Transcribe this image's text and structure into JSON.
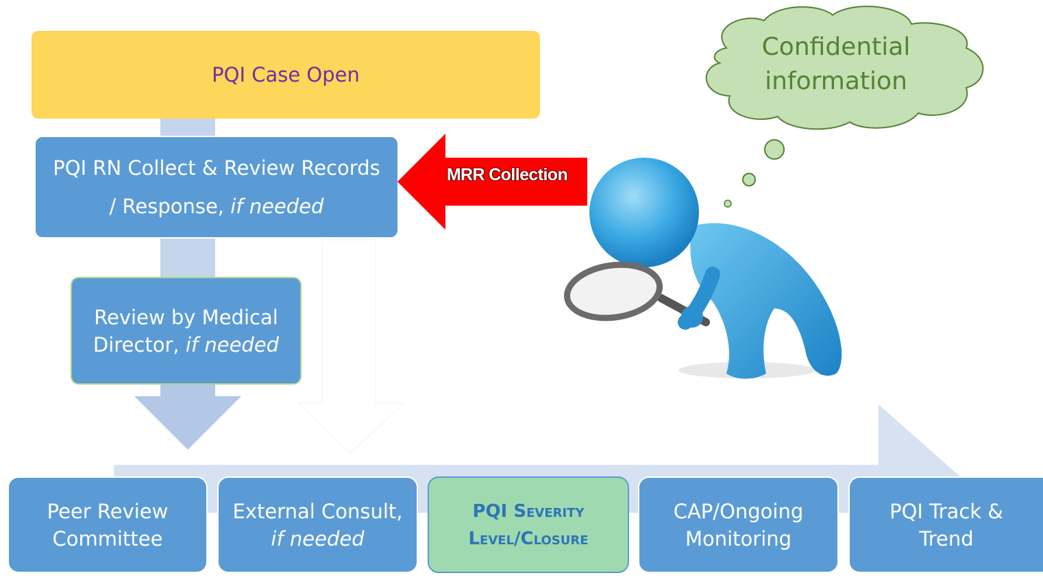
{
  "flow": {
    "case_open": "PQI Case Open",
    "rn_collect": {
      "line1": "PQI RN Collect & Review Records",
      "line2_plain": "/ Response, ",
      "line2_italic": "if needed"
    },
    "medical_director": {
      "line1": "Review by Medical",
      "line2_plain": "Director, ",
      "line2_italic": "if needed"
    }
  },
  "bottom_row": [
    {
      "line1": "Peer Review",
      "line2": "Committee"
    },
    {
      "line1": "External Consult,",
      "line2_italic": "if needed"
    },
    {
      "line1": "PQI Severity",
      "line2": "Level/Closure"
    },
    {
      "line1": "CAP/Ongoing",
      "line2": "Monitoring"
    },
    {
      "line1": "PQI Track &",
      "line2": "Trend"
    }
  ],
  "mrr_arrow": {
    "label": "MRR Collection",
    "color": "#ff0000"
  },
  "thought_bubble": {
    "line1": "Confidential",
    "line2": "information",
    "fill": "#c5e0b4"
  },
  "colors": {
    "box_blue": "#5b9bd5",
    "case_open_fill": "#fdd65a",
    "case_open_text": "#7030a0",
    "severity_fill": "#9fd9b0",
    "connector": "#c5d6ec"
  },
  "icons": [
    "magnifying-glass-figure-icon",
    "thought-cloud-icon",
    "left-arrow-icon"
  ]
}
